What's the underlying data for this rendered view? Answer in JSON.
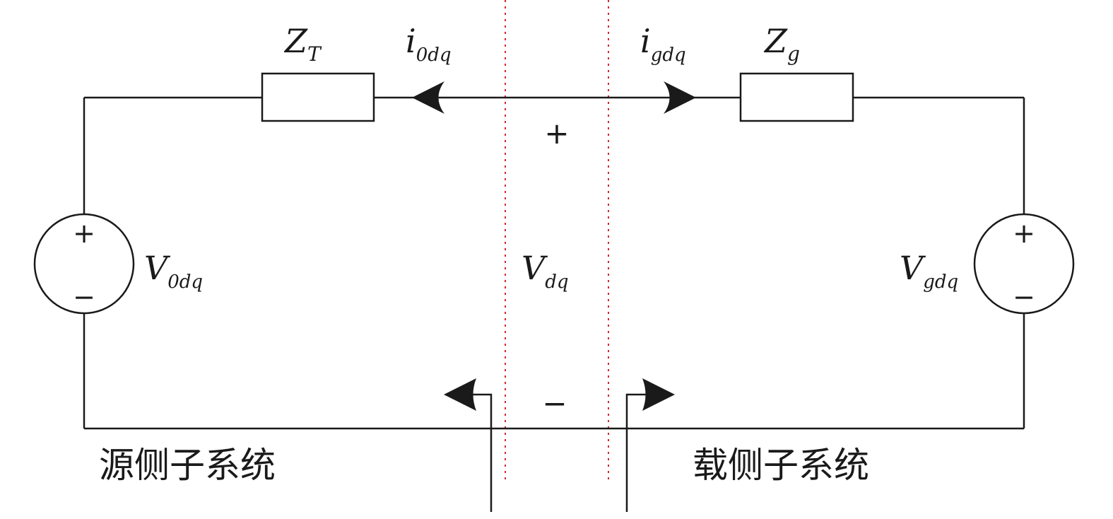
{
  "components": {
    "source_impedance": {
      "main": "Z",
      "sub": "T"
    },
    "load_impedance": {
      "main": "Z",
      "sub": "g"
    },
    "source_current": {
      "main": "i",
      "sub": "0dq"
    },
    "load_current": {
      "main": "i",
      "sub": "gdq"
    },
    "source_voltage": {
      "main": "V",
      "sub": "0dq"
    },
    "interface_voltage": {
      "main": "V",
      "sub": "dq"
    },
    "load_voltage": {
      "main": "V",
      "sub": "gdq"
    }
  },
  "signs": {
    "plus": "+",
    "minus": "−"
  },
  "subsystems": {
    "source_label": "源侧子系统",
    "load_label": "载侧子系统"
  },
  "colors": {
    "wire": "#1a1a1a",
    "divider": "#d62728"
  }
}
